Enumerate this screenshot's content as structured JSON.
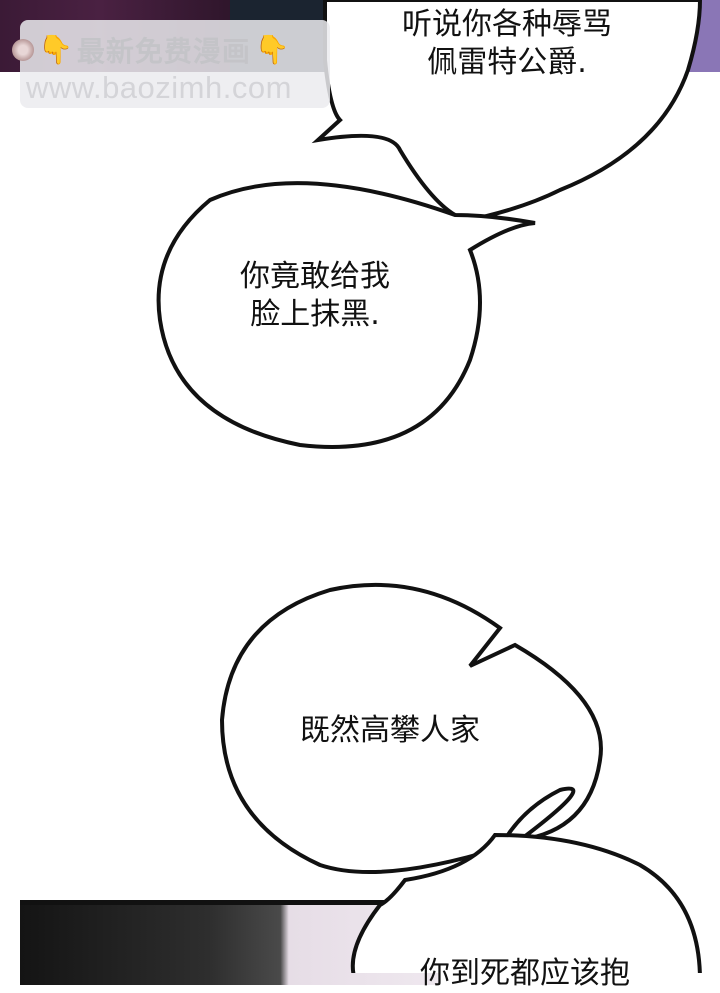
{
  "page": {
    "type": "webcomic-panel-strip",
    "background": "#ffffff"
  },
  "watermark": {
    "title": "最新免费漫画",
    "url": "www.baozimh.com",
    "left_icon": "coin-icon",
    "hand_icon": "pointing-down-hand-icon",
    "hand_glyph": "👇"
  },
  "bubbles": [
    {
      "id": "bubble-1",
      "text": "听说你各种辱骂\n佩雷特公爵."
    },
    {
      "id": "bubble-2",
      "text": "你竟敢给我\n脸上抹黑."
    },
    {
      "id": "bubble-3",
      "text": "既然高攀人家"
    },
    {
      "id": "bubble-4",
      "text": "你到死都应该抱"
    }
  ],
  "colors": {
    "top_panel_purple": "#4a2142",
    "top_panel_lavender": "#8a76b6",
    "bottom_panel_dark": "#1e1e1e",
    "bottom_panel_light": "#efe8ef",
    "outline": "#111111",
    "watermark_text": "#c4c4c8",
    "hand": "#e3a21a"
  }
}
